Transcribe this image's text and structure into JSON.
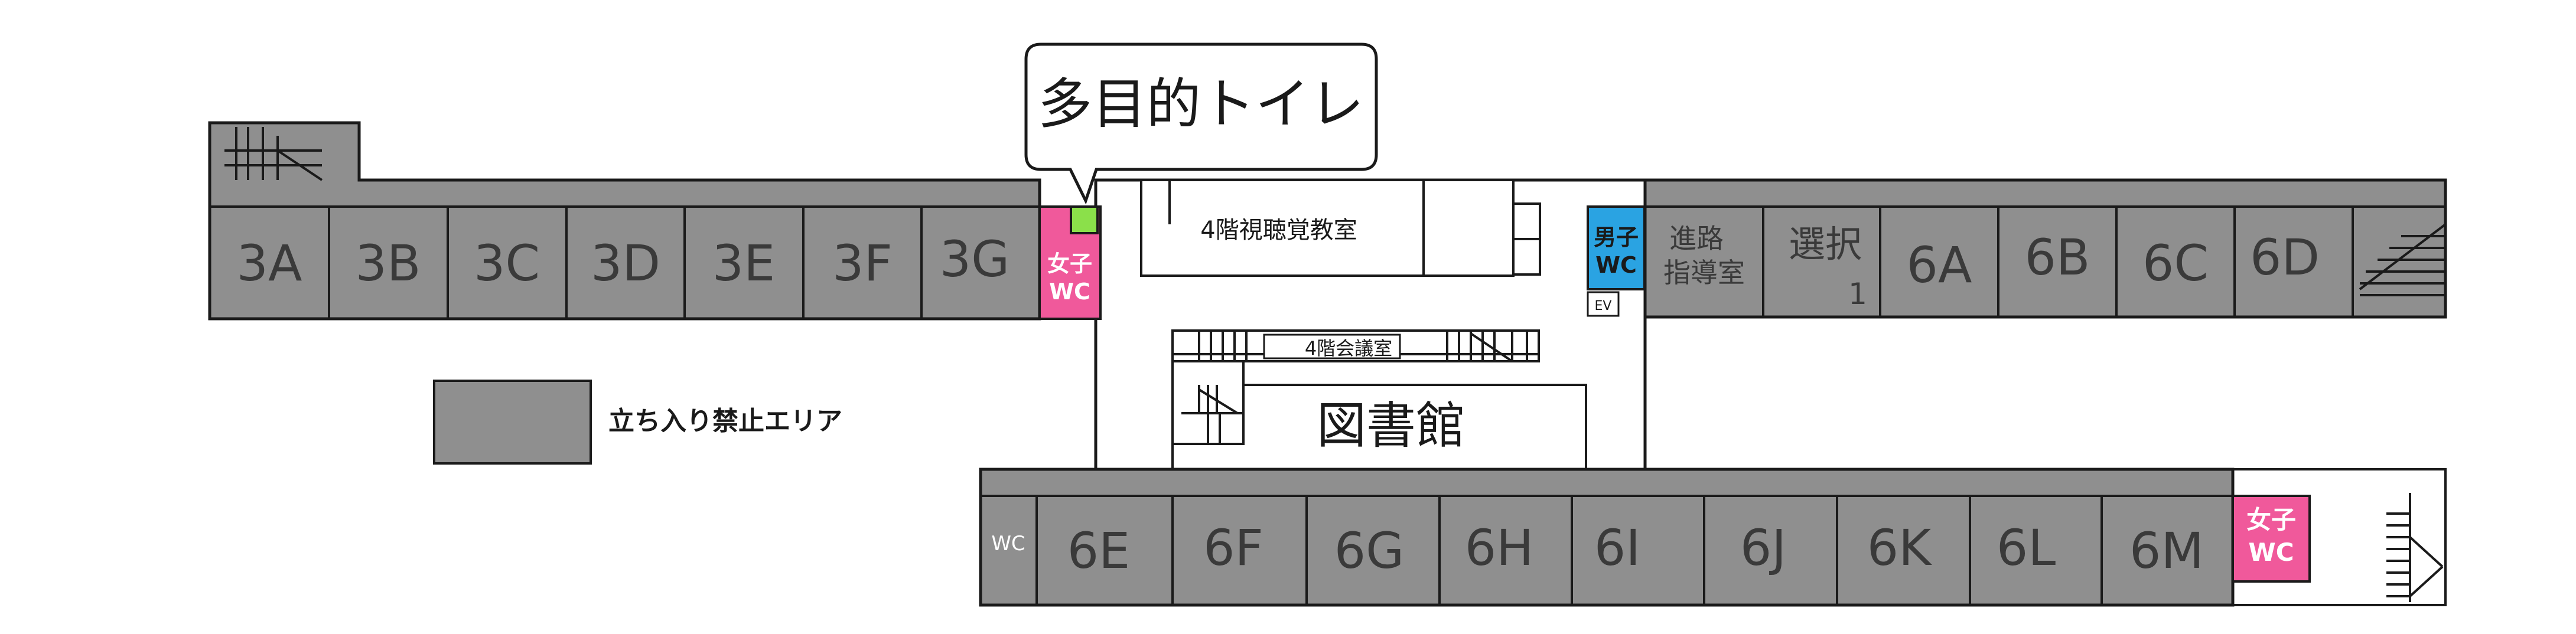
{
  "colors": {
    "restricted": "#8f8f8f",
    "womens_wc": "#f0599b",
    "mens_wc": "#2aa3e2",
    "multipurpose": "#8be04a",
    "outline": "#1a1a1a",
    "background": "#ffffff"
  },
  "callout": {
    "label": "多目的トイレ"
  },
  "rooms_north_west": [
    "3A",
    "3B",
    "3C",
    "3D",
    "3E",
    "3F",
    "3G"
  ],
  "rooms_south": [
    "6E",
    "6F",
    "6G",
    "6H",
    "6I",
    "6J",
    "6K",
    "6L",
    "6M"
  ],
  "rooms_north_east": {
    "guidance_line1": "進路",
    "guidance_line2": "指導室",
    "elective_label": "選択",
    "elective_number": "1",
    "numbered": [
      "6A",
      "6B",
      "6C",
      "6D"
    ]
  },
  "wc": {
    "womens_line1": "女子",
    "womens_line2": "WC",
    "mens_line1": "男子",
    "mens_line2": "WC",
    "small_wc": "WC",
    "ev": "EV"
  },
  "center": {
    "av_room": "4階視聴覚教室",
    "meeting_room": "4階会議室",
    "library": "図書館"
  },
  "legend": {
    "restricted_label": "立ち入り禁止エリア"
  }
}
